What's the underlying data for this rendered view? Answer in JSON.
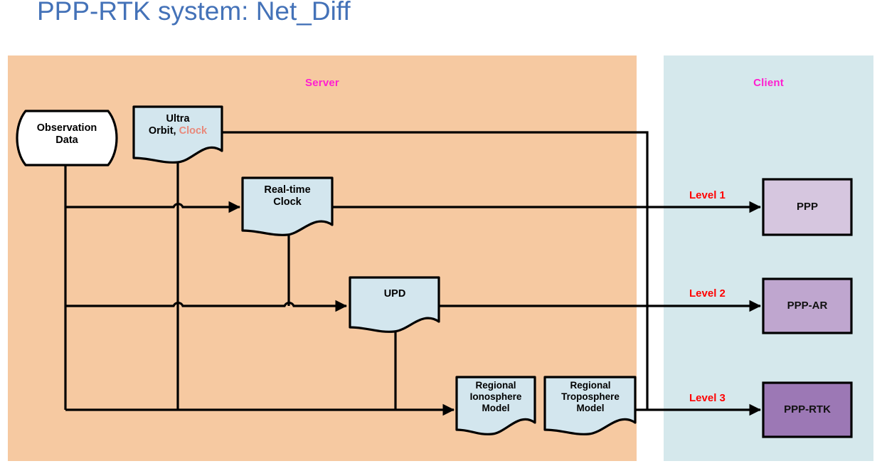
{
  "title": "PPP-RTK system: Net_Diff",
  "colors": {
    "title": "#4472B8",
    "server_panel": "#F6C9A1",
    "client_panel": "#D5E8EC",
    "panel_label": "#FF1FD0",
    "node_fill": "#D3E6EE",
    "observation_fill": "#FFFFFF",
    "clock_accent": "#E8897B",
    "level_label": "#FF0000",
    "ppp_fill": "#D6C6DF",
    "ppp_ar_fill": "#BFA6CF",
    "ppp_rtk_fill": "#9C78B5",
    "stroke": "#000000"
  },
  "panels": {
    "server": {
      "label": "Server"
    },
    "client": {
      "label": "Client"
    }
  },
  "server_nodes": [
    {
      "id": "observation-data",
      "line1": "Observation",
      "line2": "Data",
      "line3": "",
      "shape": "flag-document",
      "fill": "#FFFFFF"
    },
    {
      "id": "ultra-orbit-clock",
      "line1": "Ultra",
      "line2": "Orbit, ",
      "accent": "Clock",
      "line3": "",
      "shape": "wave-document",
      "fill": "#D3E6EE"
    },
    {
      "id": "real-time-clock",
      "line1": "Real-time",
      "line2": "Clock",
      "line3": "",
      "shape": "wave-document",
      "fill": "#D3E6EE"
    },
    {
      "id": "upd",
      "line1": "UPD",
      "line2": "",
      "line3": "",
      "shape": "wave-document",
      "fill": "#D3E6EE"
    },
    {
      "id": "regional-ionosphere-model",
      "line1": "Regional",
      "line2": "Ionosphere",
      "line3": "Model",
      "shape": "wave-document",
      "fill": "#D3E6EE"
    },
    {
      "id": "regional-troposphere-model",
      "line1": "Regional",
      "line2": "Troposphere",
      "line3": "Model",
      "shape": "wave-document",
      "fill": "#D3E6EE"
    }
  ],
  "levels": [
    {
      "id": "level-1",
      "label": "Level 1",
      "target": "PPP",
      "fill": "#D6C6DF"
    },
    {
      "id": "level-2",
      "label": "Level 2",
      "target": "PPP-AR",
      "fill": "#BFA6CF"
    },
    {
      "id": "level-3",
      "label": "Level 3",
      "target": "PPP-RTK",
      "fill": "#9C78B5"
    }
  ]
}
